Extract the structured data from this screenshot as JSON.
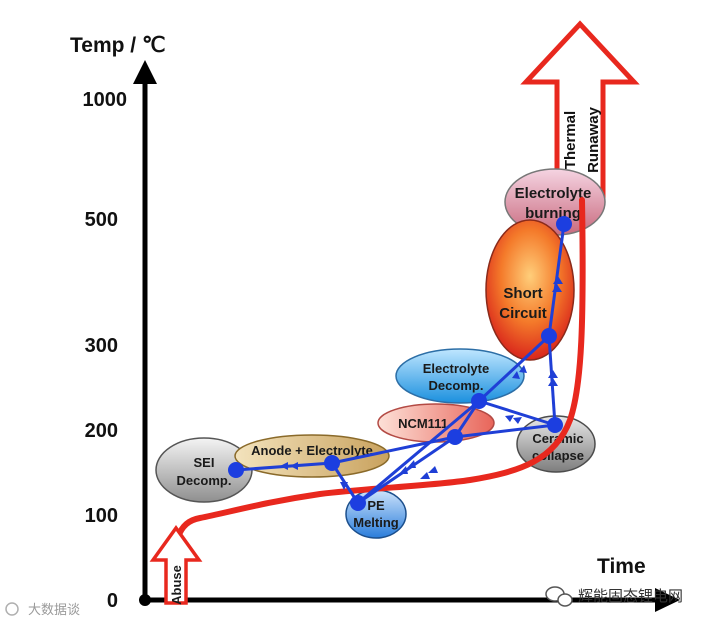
{
  "axes": {
    "y_title": "Temp / ℃",
    "x_title": "Time",
    "y_ticks": [
      "1000",
      "500",
      "300",
      "200",
      "100",
      "0"
    ]
  },
  "stages": {
    "sei": [
      "SEI",
      "Decomp."
    ],
    "anode": "Anode + Electrolyte",
    "pe": [
      "PE",
      "Melting"
    ],
    "ncm": "NCM111",
    "electrolyte_decomp": [
      "Electrolyte",
      "Decomp."
    ],
    "ceramic": [
      "Ceramic",
      "collapse"
    ],
    "short_circuit": [
      "Short",
      "Circuit"
    ],
    "electrolyte_burning": [
      "Electrolyte",
      "burning"
    ]
  },
  "arrows": {
    "abuse": "Abuse",
    "thermal_runaway": [
      "Thermal",
      "Runaway"
    ]
  },
  "watermarks": {
    "left": "大数据谈",
    "right": "辉能固态锂电网"
  },
  "colors": {
    "curve": "#e8281e",
    "path": "#1f3fd6",
    "node": "#1c3ee0",
    "axis": "#000000"
  }
}
